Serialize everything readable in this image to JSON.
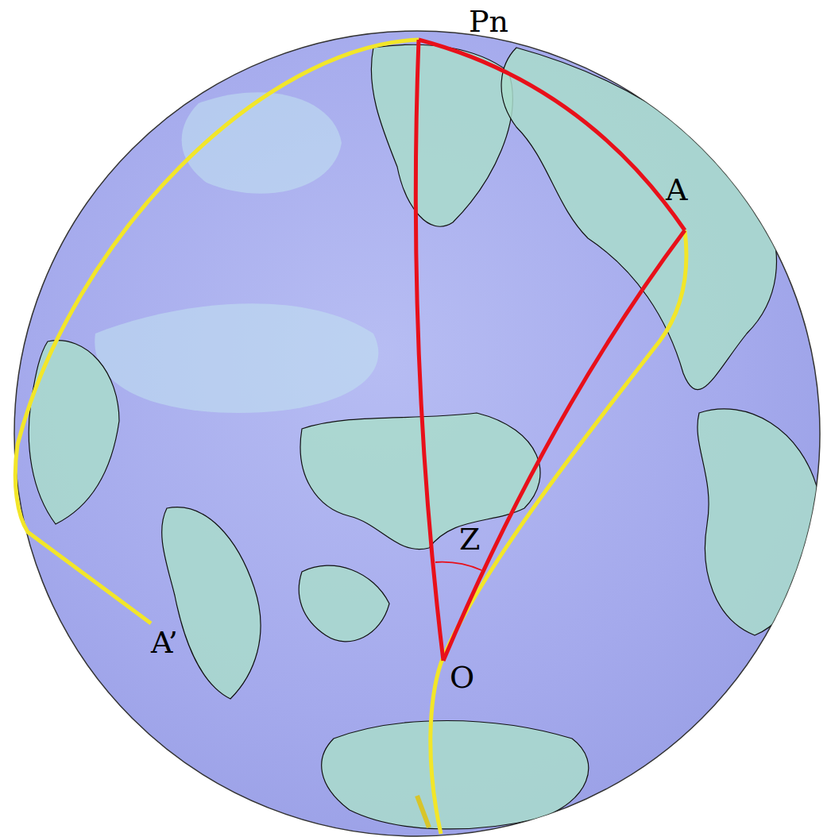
{
  "diagram": {
    "labels": [
      "Pn",
      "A",
      "Z",
      "O",
      "A’"
    ]
  }
}
